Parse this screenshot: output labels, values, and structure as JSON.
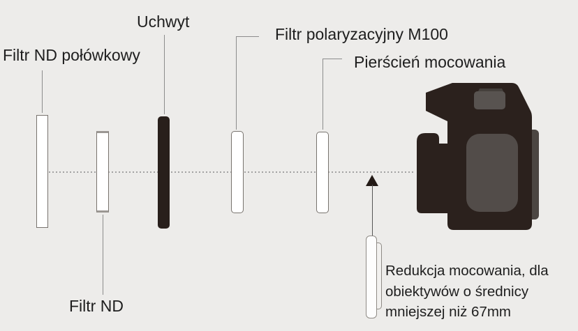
{
  "diagram": {
    "labels": {
      "filtr_nd_polowkowy": "Filtr ND połówkowy",
      "uchwyt": "Uchwyt",
      "filtr_polaryzacyjny_m100": "Filtr polaryzacyjny M100",
      "pierscien_mocowania": "Pierścień mocowania",
      "filtr_nd": "Filtr ND",
      "redukcja_lines": [
        "Redukcja mocowania, dla",
        "obiektywów o średnicy",
        "mniejszej niż 67mm"
      ]
    },
    "colors": {
      "background": "#edecea",
      "text": "#1e1e1e",
      "leader_line": "#8c8c8c",
      "dotted_axis": "#a2a2a2",
      "filter_fill": "#ffffff",
      "filter_border": "#78736e",
      "holder_fill": "#281f1b",
      "camera_body": "#2b211d",
      "camera_back_plate": "#4c4642",
      "camera_grip": "#524c49",
      "camera_eyepiece": "#585350",
      "camera_eyepiece_top": "#45403c",
      "arrow": "#231a16",
      "arrow_line": "#555555"
    }
  }
}
